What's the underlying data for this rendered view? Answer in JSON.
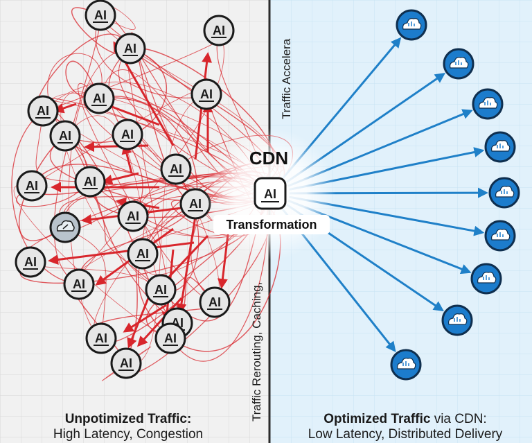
{
  "hub": {
    "title": "CDN",
    "icon_text": "AI",
    "transform_label": "Transformation"
  },
  "divider": {
    "label_top": "Traffic Accelera",
    "label_bottom": "Traffic Rerouting, Caching,"
  },
  "left_panel": {
    "node_text": "AI",
    "node_icon": "ai-node-icon",
    "cloud_icon": "gear-cloud-icon",
    "caption_line1": "Unpotimized Traffic:",
    "caption_line2": "High Latency, Congestion"
  },
  "right_panel": {
    "node_icon": "cloud-icon",
    "caption_bold": "Optimized Traffic",
    "caption_rest": " via CDN:",
    "caption_line2": "Low Latency, Distributed Delivery"
  },
  "colors": {
    "left_bg": "#f1f1f1",
    "right_bg": "#e1f1fb",
    "red_arrow": "#d8262c",
    "blue_arrow": "#1f80c8",
    "node_fill": "#e6e6e6",
    "cloud_fill": "#1c7ccc"
  }
}
